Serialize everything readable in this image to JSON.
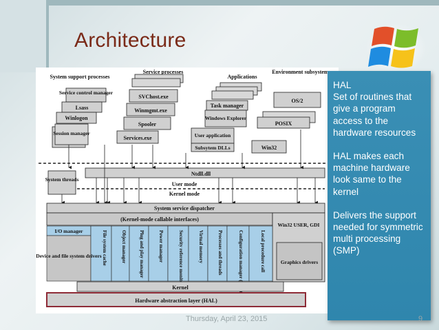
{
  "title": "Architecture",
  "hal_panel": {
    "heading": "HAL",
    "p1": "Set of routines that give a program access to the hardware resources",
    "p2": "HAL makes each machine hardware look same to the kernel",
    "p3": "Delivers the support needed for symmetric multi processing (SMP)"
  },
  "footer": {
    "date": "Thursday, April 23, 2015",
    "page": "9"
  },
  "diagram": {
    "groups": {
      "system_support": "System support processes",
      "service_processes": "Service processes",
      "applications": "Applications",
      "environment": "Environment subsystems"
    },
    "boxes": {
      "service_control_manager": "Service control manager",
      "lsass": "Lsass",
      "winlogon": "Winlogon",
      "session_manager": "Session manager",
      "svchost": "SVChost.exe",
      "winmgmt": "Winmgmt.exe",
      "spooler": "Spooler",
      "services": "Services.exe",
      "task_manager": "Task manager",
      "windows_explorer": "Windows Explorer",
      "user_application": "User application",
      "subsystem_dlls": "Subsytem DLLs",
      "os2": "OS/2",
      "posix": "POSIX",
      "win32": "Win32",
      "ntdll": "Ntdll.dll",
      "system_threads": "System threads",
      "user_mode": "User mode",
      "kernel_mode": "Kernel mode",
      "system_service_dispatcher": "System service dispatcher",
      "kernel_callable": "(Kernel-mode callable interfaces)",
      "io_manager": "I/O manager",
      "device_drivers": "Device and file system drivers",
      "file_system_cache": "File system cache",
      "object_manager": "Object manager",
      "plug_and_play": "Plug and play manager",
      "power_manager": "Power manager",
      "security_monitor": "Security reference monitor",
      "virtual_memory": "Virtual memory",
      "processes_threads": "Processes and threads",
      "config_manager": "Configuration manager (registry)",
      "lpc": "Local procedure call",
      "win32_user_gdi": "Win32 USER, GDI",
      "graphics_drivers": "Graphics drivers",
      "kernel": "Kernel",
      "hal": "Hardware abstraction layer (HAL)"
    }
  }
}
